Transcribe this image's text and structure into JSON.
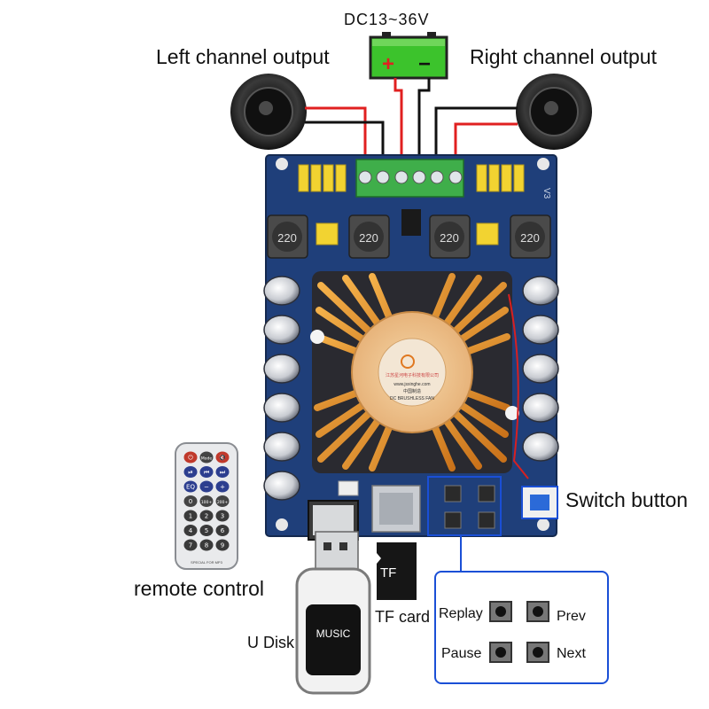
{
  "power": {
    "voltage_label": "DC13~36V",
    "plus": "+",
    "minus": "−"
  },
  "outputs": {
    "left": "Left channel output",
    "right": "Right channel output"
  },
  "board": {
    "inductors": [
      "220",
      "220",
      "220",
      "220"
    ],
    "version": "V3",
    "fan_text": [
      "江苏星河电子科技有限公司",
      "www.jsxinghe.com",
      "中国制造",
      "DC BRUSHLESS FAN"
    ]
  },
  "remote": {
    "label": "remote control",
    "keys": [
      "⏻",
      "Mode",
      "🔇",
      "⏯",
      "⏮",
      "⏭",
      "EQ",
      "−",
      "+",
      "0",
      "100+",
      "200+",
      "1",
      "2",
      "3",
      "4",
      "5",
      "6",
      "7",
      "8",
      "9"
    ],
    "footer": "SPECIAL FOR MP3"
  },
  "udisk": {
    "label": "U Disk",
    "screen_text": "MUSIC"
  },
  "tf": {
    "label": "TF card",
    "card_text": "TF"
  },
  "switch_label": "Switch button",
  "buttons_panel": {
    "replay": "Replay",
    "prev": "Prev",
    "pause": "Pause",
    "next": "Next"
  },
  "colors": {
    "pcb": "#1f3f7a",
    "terminal": "#3fae4a",
    "battery": "#3cc32c",
    "heatsink": "#e8962a",
    "panel_border": "#1a4fd6"
  }
}
